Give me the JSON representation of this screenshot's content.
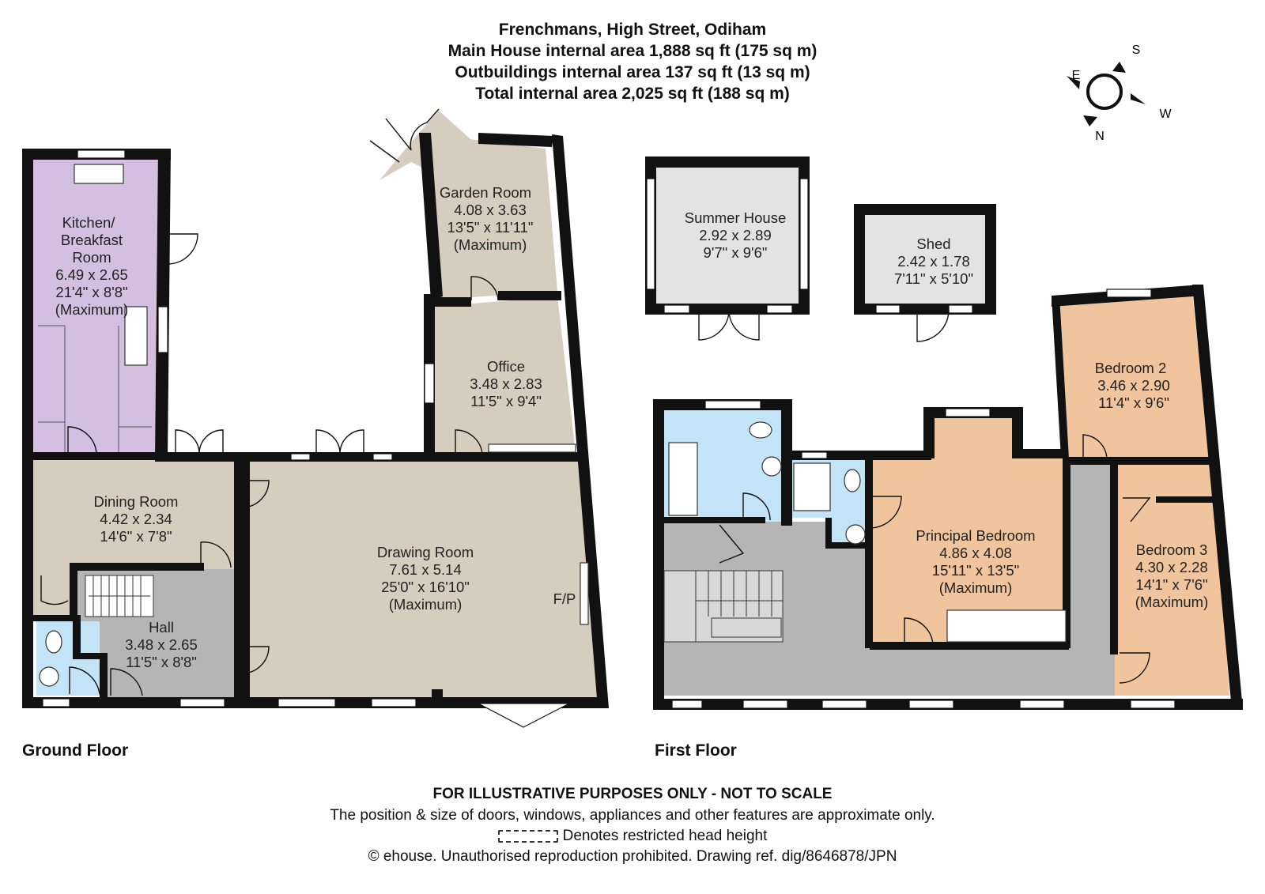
{
  "header": {
    "address": "Frenchmans, High Street, Odiham",
    "main_house_area": "Main House internal area 1,888 sq ft (175 sq m)",
    "outbuildings_area": "Outbuildings internal area 137 sq ft (13 sq m)",
    "total_area": "Total internal area 2,025 sq ft (188 sq m)"
  },
  "compass": {
    "n": "N",
    "s": "S",
    "e": "E",
    "w": "W"
  },
  "colors": {
    "kitchen": "#d4bfe0",
    "living": "#d6cdbf",
    "hall": "#b5b5b5",
    "bathroom": "#c3e3f6",
    "outbuilding": "#e3e3e3",
    "bedroom": "#f0c49c",
    "wall": "#111111"
  },
  "floors": {
    "ground": "Ground Floor",
    "first": "First Floor"
  },
  "rooms": {
    "kitchen": {
      "name1": "Kitchen/",
      "name2": "Breakfast",
      "name3": "Room",
      "metric": "6.49 x 2.65",
      "imperial": "21'4\" x 8'8\"",
      "note": "(Maximum)"
    },
    "garden_room": {
      "name": "Garden Room",
      "metric": "4.08 x 3.63",
      "imperial": "13'5\" x 11'11\"",
      "note": "(Maximum)"
    },
    "office": {
      "name": "Office",
      "metric": "3.48 x 2.83",
      "imperial": "11'5\" x 9'4\""
    },
    "dining_room": {
      "name": "Dining Room",
      "metric": "4.42 x 2.34",
      "imperial": "14'6\" x 7'8\""
    },
    "drawing_room": {
      "name": "Drawing Room",
      "metric": "7.61 x 5.14",
      "imperial": "25'0\" x 16'10\"",
      "note": "(Maximum)",
      "fireplace": "F/P"
    },
    "hall": {
      "name": "Hall",
      "metric": "3.48 x 2.65",
      "imperial": "11'5\" x 8'8\""
    },
    "summer_house": {
      "name": "Summer House",
      "metric": "2.92 x 2.89",
      "imperial": "9'7\" x 9'6\""
    },
    "shed": {
      "name": "Shed",
      "metric": "2.42 x 1.78",
      "imperial": "7'11\" x 5'10\""
    },
    "bedroom2": {
      "name": "Bedroom 2",
      "metric": "3.46 x 2.90",
      "imperial": "11'4\" x 9'6\""
    },
    "principal_bedroom": {
      "name": "Principal Bedroom",
      "metric": "4.86 x 4.08",
      "imperial": "15'11\" x 13'5\"",
      "note": "(Maximum)"
    },
    "bedroom3": {
      "name": "Bedroom 3",
      "metric": "4.30 x 2.28",
      "imperial": "14'1\" x 7'6\"",
      "note": "(Maximum)"
    }
  },
  "footer": {
    "disclaimer": "FOR ILLUSTRATIVE PURPOSES ONLY - NOT TO SCALE",
    "approx": "The position & size of doors, windows, appliances and other features are approximate only.",
    "restricted": "Denotes restricted head height",
    "copyright": "© ehouse. Unauthorised reproduction prohibited. Drawing ref. dig/8646878/JPN"
  }
}
